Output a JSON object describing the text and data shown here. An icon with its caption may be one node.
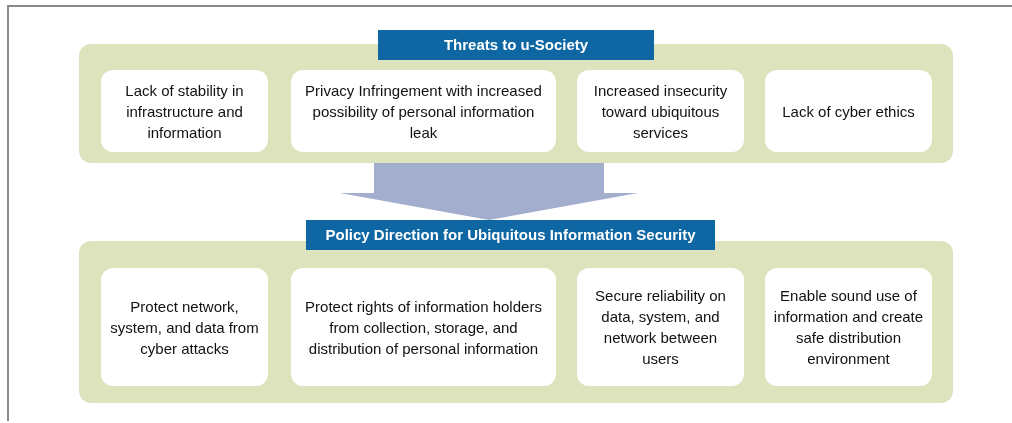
{
  "diagram": {
    "nodes": [
      {
        "text": [
          "Threats to u-Society"
        ]
      },
      {
        "text": [
          "Lack of stability in infrastructure and information"
        ],
        "in": 0
      },
      {
        "text": [
          "Privacy Infringement with increased possibility of personal information leak"
        ],
        "in": 0
      },
      {
        "text": [
          "Increased insecurity toward ubiquitous services"
        ],
        "in": 0
      },
      {
        "text": [
          "Lack of cyber ethics"
        ],
        "in": 0
      },
      {
        "text": [
          "Policy Direction for Ubiquitous Information Security"
        ]
      },
      {
        "text": [
          "Protect network, system, and data from cyber attacks"
        ],
        "in": 5
      },
      {
        "text": [
          "Protect rights of information holders from collection, storage, and distribution of personal information"
        ],
        "in": 5
      },
      {
        "text": [
          "Secure reliability on data, system, and network between users"
        ],
        "in": 5
      },
      {
        "text": [
          "Enable sound use of information and create safe distribution environment"
        ],
        "in": 5
      }
    ],
    "edges": [
      {
        "from": 0,
        "to": 5,
        "arrow": "to",
        "style": "thick"
      }
    ]
  }
}
